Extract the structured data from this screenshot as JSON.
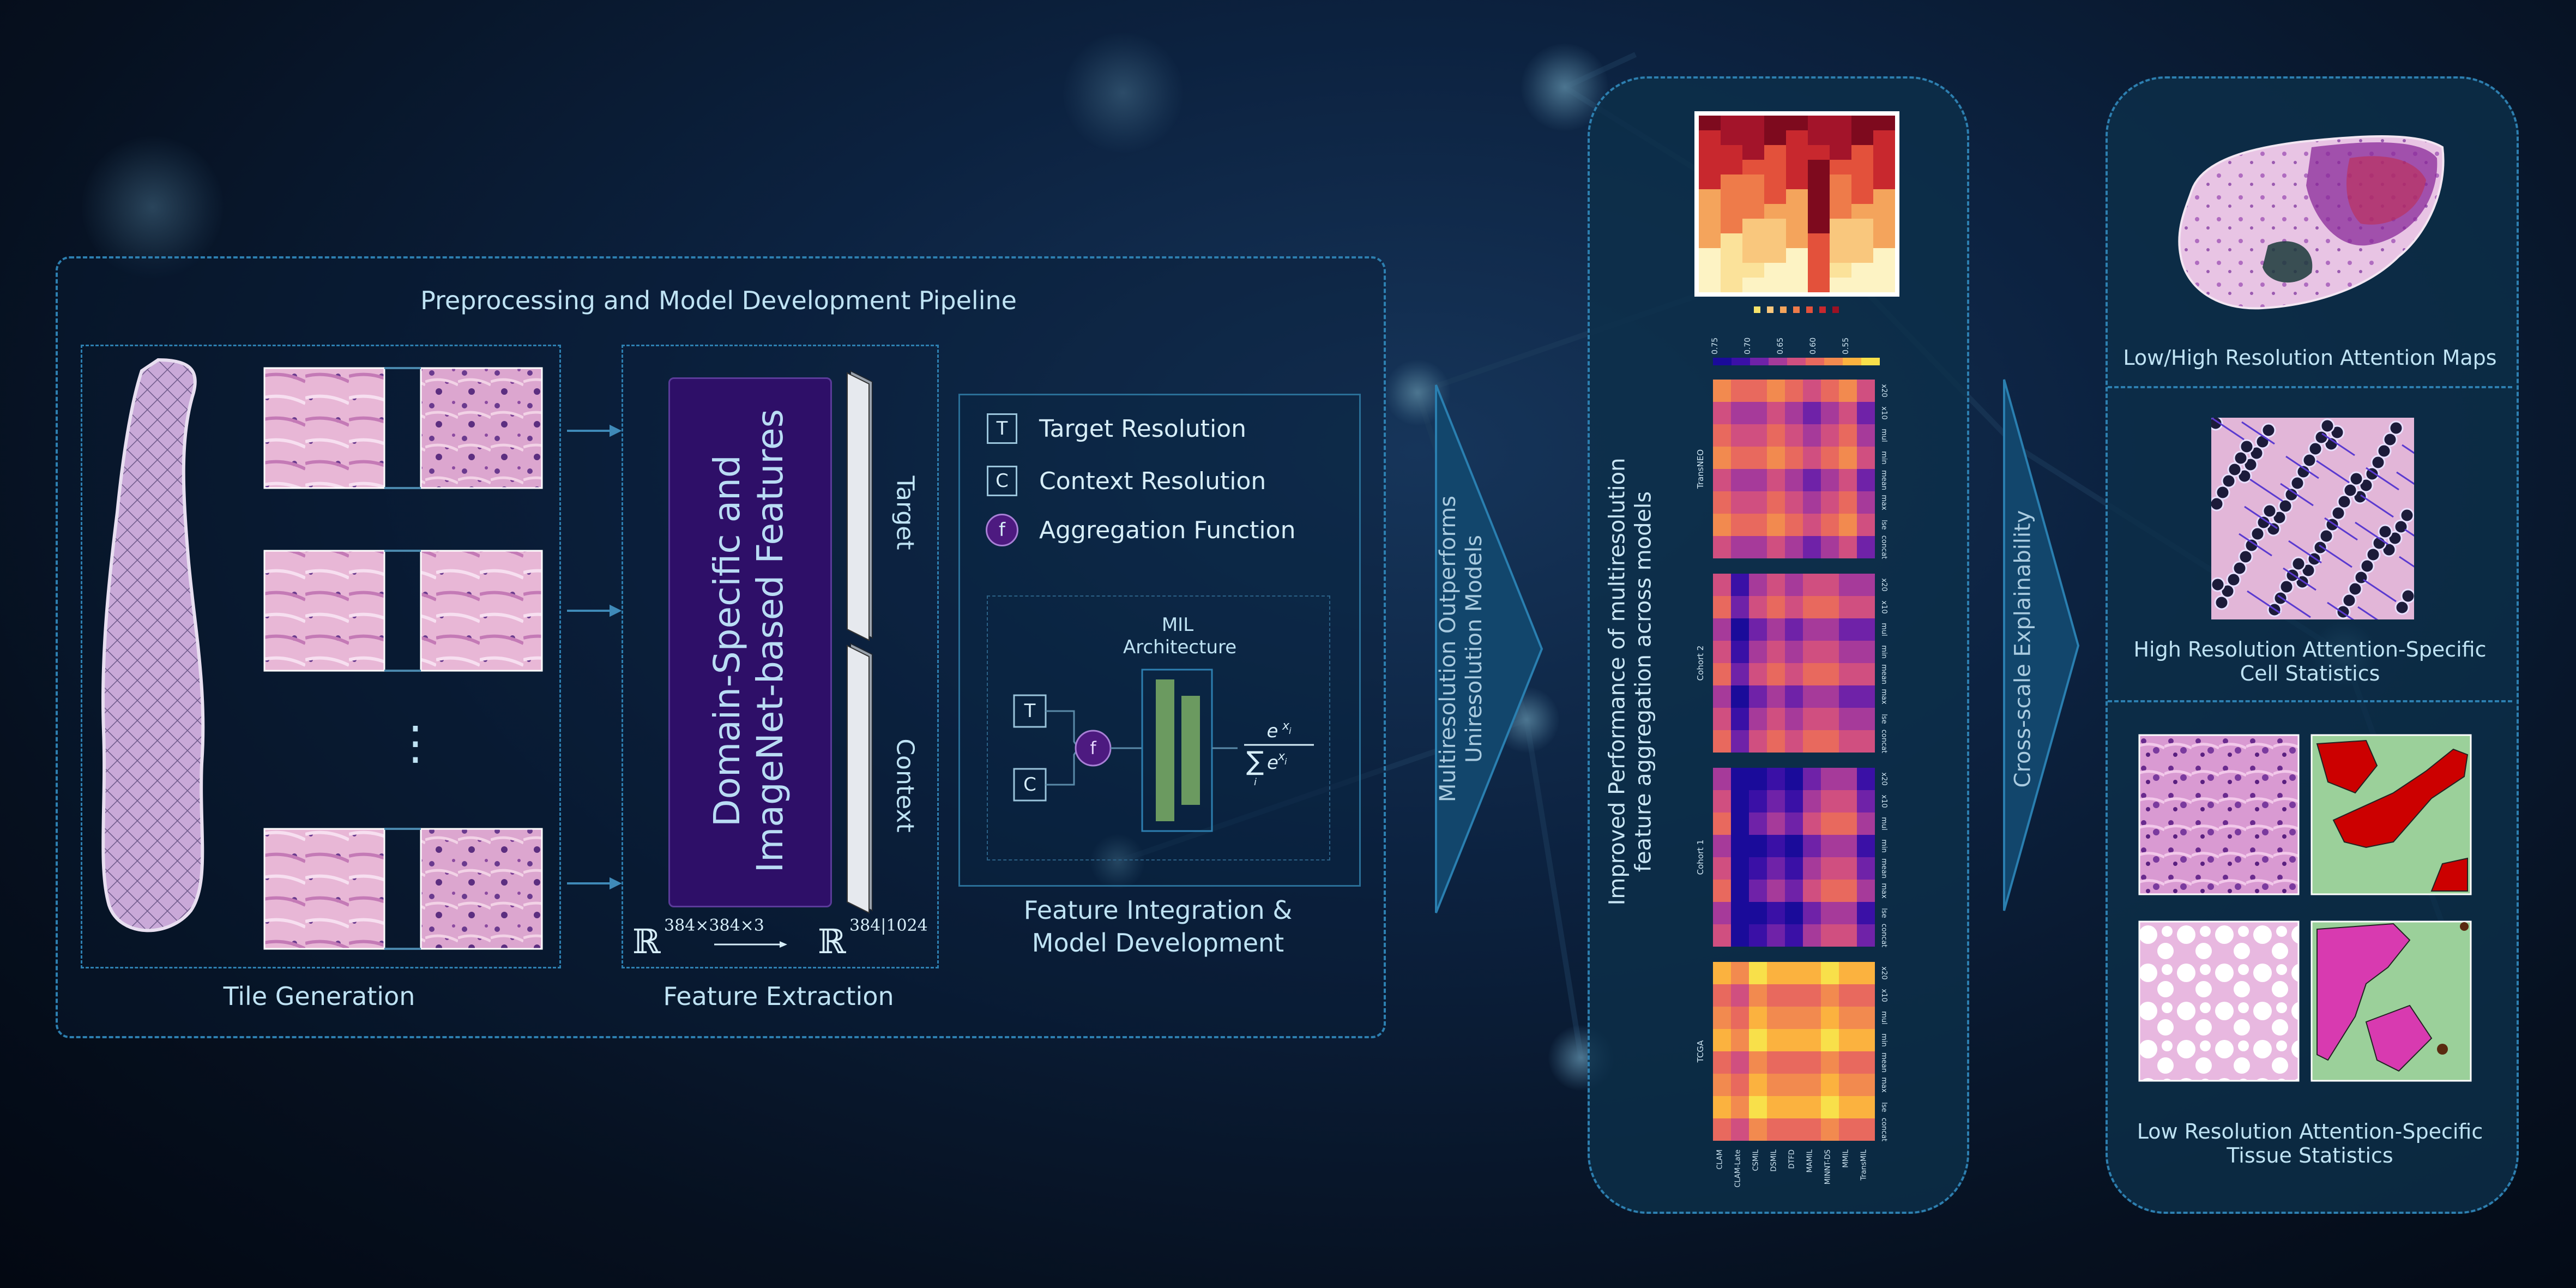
{
  "pipeline": {
    "title": "Preprocessing and Model Development Pipeline",
    "tile_generation_label": "Tile Generation",
    "feature_extraction_label": "Feature Extraction",
    "feature_box_line1": "Domain-Specific and",
    "feature_box_line2": "ImageNet-based Features",
    "target_label": "Target",
    "context_label": "Context",
    "dim_input": "384×384×3",
    "dim_output": "384|1024",
    "r_symbol": "ℝ",
    "ellipsis": "⋮"
  },
  "integration": {
    "legend": [
      {
        "symbol": "T",
        "label": "Target Resolution"
      },
      {
        "symbol": "C",
        "label": "Context Resolution"
      },
      {
        "symbol": "f",
        "label": "Aggregation Function"
      }
    ],
    "mil_line1": "MIL",
    "mil_line2": "Architecture",
    "node_t": "T",
    "node_c": "C",
    "node_f": "f",
    "label_line1": "Feature Integration &",
    "label_line2": "Model Development"
  },
  "arrows": {
    "arrow1_line1": "Multiresolution Outperforms",
    "arrow1_line2": "Uniresolution Models",
    "arrow2": "Cross-scale Explainability"
  },
  "results": {
    "title_line1": "Improved Performance of multiresolution",
    "title_line2": "feature aggregation across models",
    "panels": [
      "TransNEO",
      "Cohort 2",
      "Cohort 1",
      "TCGA"
    ],
    "row_labels": [
      "x20",
      "x10",
      "mul",
      "min",
      "mean",
      "max",
      "lse",
      "concat"
    ],
    "col_labels": [
      "CLAM",
      "CLAM-Late",
      "CSMIL",
      "DSMIL",
      "DTFD",
      "MAMIL",
      "MINNT-DS",
      "MMIL",
      "TransMIL"
    ],
    "colorbar_ticks": [
      "0.75",
      "0.70",
      "0.65",
      "0.60",
      "0.55"
    ],
    "colors": {
      "low": "#f8e04a",
      "mid": "#e55a6a",
      "high": "#1a0b9a"
    }
  },
  "explainability": {
    "section1": "Low/High Resolution Attention Maps",
    "section2_line1": "High Resolution Attention-Specific",
    "section2_line2": "Cell Statistics",
    "section3_line1": "Low Resolution Attention-Specific",
    "section3_line2": "Tissue Statistics"
  }
}
